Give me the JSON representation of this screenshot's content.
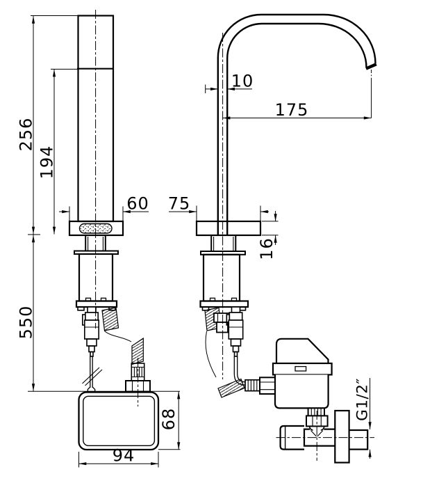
{
  "colors": {
    "line": "#000000",
    "background": "#ffffff"
  },
  "dimensions": {
    "total_height": "256",
    "spout_height": "194",
    "below_counter_depth": "550",
    "base_width": "60",
    "deck_plate_width": "75",
    "spout_tube_width": "10",
    "spout_reach": "175",
    "deck_plate_thickness": "16",
    "control_box_height": "68",
    "control_box_width": "94",
    "supply_thread": "G1/2″"
  }
}
